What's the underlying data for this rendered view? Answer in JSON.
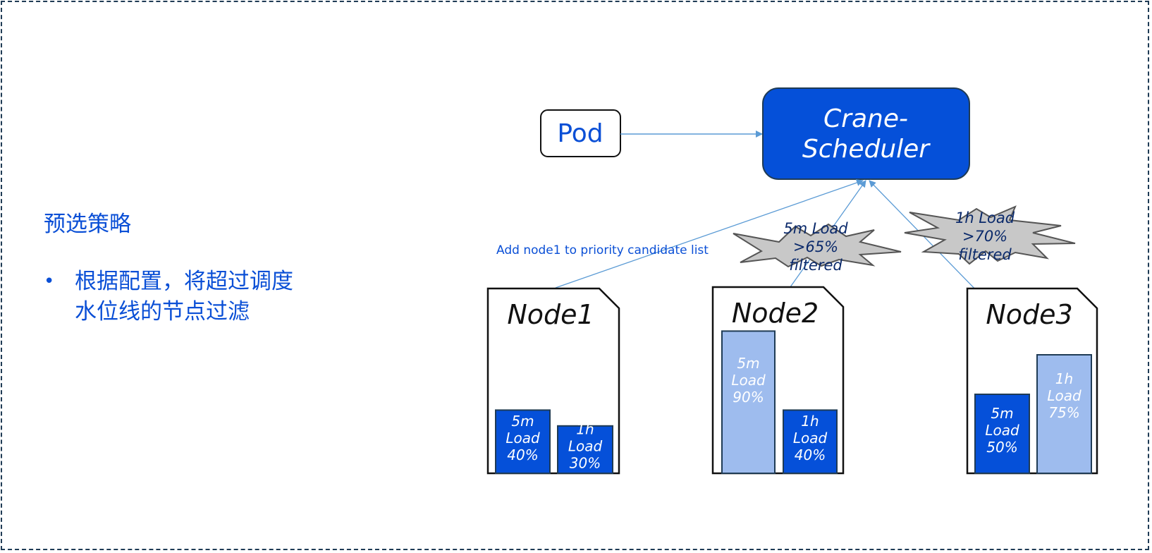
{
  "left_panel": {
    "title": "预选策略",
    "bullet_marker": "•",
    "bullet_line1": "根据配置，将超过调度",
    "bullet_line2": "水位线的节点过滤"
  },
  "diagram": {
    "pod_label": "Pod",
    "scheduler_line1": "Crane-",
    "scheduler_line2": "Scheduler",
    "candidate_note": "Add node1 to priority candidate list",
    "filters": [
      {
        "line1": "5m Load",
        "line2": ">65%",
        "line3": "filtered"
      },
      {
        "line1": "1h Load",
        "line2": ">70%",
        "line3": "filtered"
      }
    ],
    "nodes": [
      {
        "name": "Node1",
        "bars": [
          {
            "window": "5m",
            "label": "Load",
            "value_text": "40%",
            "value": 40,
            "filtered": false
          },
          {
            "window": "1h",
            "label": "Load",
            "value_text": "30%",
            "value": 30,
            "filtered": false
          }
        ]
      },
      {
        "name": "Node2",
        "bars": [
          {
            "window": "5m",
            "label": "Load",
            "value_text": "90%",
            "value": 90,
            "filtered": true
          },
          {
            "window": "1h",
            "label": "Load",
            "value_text": "40%",
            "value": 40,
            "filtered": false
          }
        ]
      },
      {
        "name": "Node3",
        "bars": [
          {
            "window": "5m",
            "label": "Load",
            "value_text": "50%",
            "value": 50,
            "filtered": false
          },
          {
            "window": "1h",
            "label": "Load",
            "value_text": "75%",
            "value": 75,
            "filtered": true
          }
        ]
      }
    ],
    "colors": {
      "primary": "#0550d9",
      "filtered": "#9ebcee",
      "arrow": "#5b9bd5",
      "burst_fill": "#c8c8c8",
      "burst_text": "#0b2a6b",
      "text_blue": "#0a4fd6"
    }
  }
}
